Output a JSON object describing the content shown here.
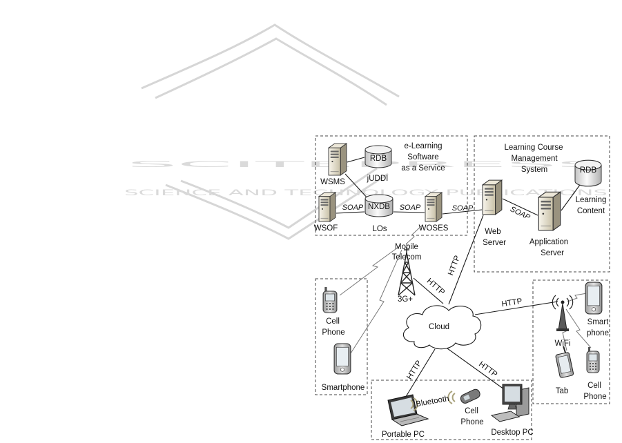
{
  "watermark": {
    "brand": "SCITEPRESS",
    "tagline": "SCIENCE AND TECHNOLOGY PUBLICATIONS"
  },
  "saas": {
    "title": [
      "e-Learning",
      "Software",
      "as a Service"
    ],
    "wsms": "WSMS",
    "juddi_db": "RDB",
    "juddi": "jUDDI",
    "wsof": "WSOF",
    "nxdb": "NXDB",
    "los": "LOs",
    "woses": "WOSES",
    "soap_wsof_nxdb": "SOAP",
    "soap_nxdb_woses": "SOAP"
  },
  "lcms": {
    "title": [
      "Learning Course",
      "Management",
      "System"
    ],
    "web_server": [
      "Web",
      "Server"
    ],
    "app_server": [
      "Application",
      "Server"
    ],
    "content_db": "RDB",
    "content": [
      "Learning",
      "Content"
    ],
    "soap_web_app": "SOAP"
  },
  "links": {
    "soap_woses_web": "SOAP",
    "http_cloud_web": "HTTP",
    "http_tower_cloud": "HTTP",
    "http_cloud_wifi": "HTTP",
    "http_cloud_laptop": "HTTP",
    "http_cloud_desktop": "HTTP",
    "bluetooth": "Bluetooth"
  },
  "mobile_telecom": {
    "label": [
      "Mobile",
      "Telecom"
    ],
    "tower": "3G+"
  },
  "cloud": "Cloud",
  "mobile_devices": {
    "cell_phone": [
      "Cell",
      "Phone"
    ],
    "smartphone": "Smartphone"
  },
  "wifi_devices": {
    "wifi": "WiFi",
    "smartphone": [
      "Smart",
      "phone"
    ],
    "tab": "Tab",
    "cell_phone": [
      "Cell",
      "Phone"
    ]
  },
  "pc_devices": {
    "portable_pc": "Portable PC",
    "cell_phone": [
      "Cell",
      "Phone"
    ],
    "desktop_pc": "Desktop PC"
  }
}
